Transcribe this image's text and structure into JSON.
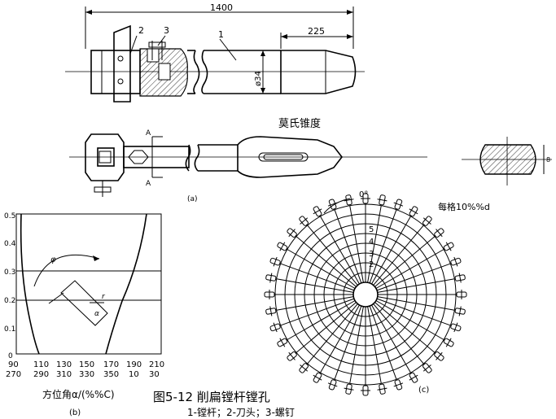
{
  "view_a": {
    "overall_length": "1400",
    "taper_length": "225",
    "diameter": "ø34",
    "callouts": [
      "2",
      "3",
      "1"
    ],
    "morse_label": "莫氏锥度",
    "section_mark": "A",
    "section_width": "8",
    "caption": "(a)"
  },
  "view_b": {
    "y_ticks": [
      "0.5",
      "0.4",
      "0.3",
      "0.2",
      "0.1",
      "0"
    ],
    "x_ticks_top": [
      "90",
      "110",
      "130",
      "150",
      "170",
      "190",
      "210"
    ],
    "x_ticks_bottom": [
      "270",
      "290",
      "310",
      "330",
      "350",
      "10",
      "30"
    ],
    "x_axis_label": "方位角α/(%%C)",
    "symbol_alpha": "α",
    "symbol_phi": "φ",
    "symbol_r": "r",
    "caption": "(b)"
  },
  "view_c": {
    "zero_label": "0°",
    "scale_note": "每格10%%d",
    "ring_labels": [
      "5",
      "4",
      "3",
      "2"
    ],
    "caption": "(c)"
  },
  "figure": {
    "title": "图5-12 削扁镗杆镗孔",
    "subtitle": "1-镗杆；2-刀头；3-螺钉"
  }
}
